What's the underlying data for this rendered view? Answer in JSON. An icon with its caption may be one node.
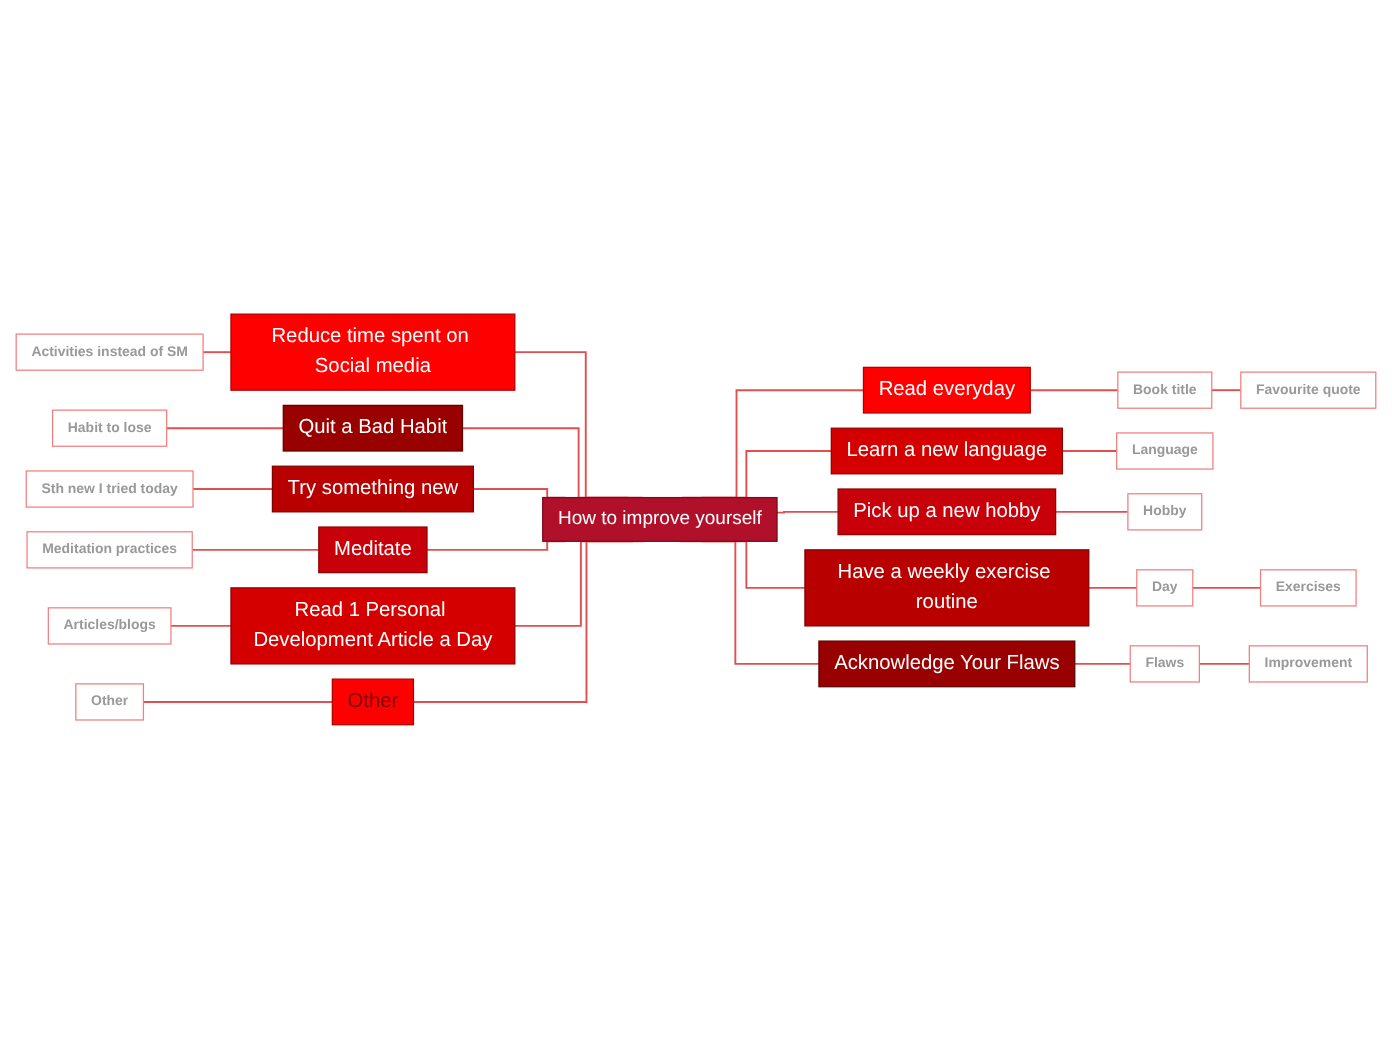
{
  "diagram": {
    "nodes": [
      {
        "text": [
          "How to improve yourself"
        ]
      },
      {
        "text": [
          "Read everyday"
        ]
      },
      {
        "text": [
          "Book title"
        ]
      },
      {
        "text": [
          "Favourite quote"
        ]
      },
      {
        "text": [
          "Learn a new language"
        ]
      },
      {
        "text": [
          "Language"
        ]
      },
      {
        "text": [
          "Pick up a new hobby"
        ]
      },
      {
        "text": [
          "Hobby"
        ]
      },
      {
        "text": [
          "Have a weekly exercise routine"
        ]
      },
      {
        "text": [
          "Day"
        ]
      },
      {
        "text": [
          "Exercises"
        ]
      },
      {
        "text": [
          "Acknowledge Your Flaws"
        ]
      },
      {
        "text": [
          "Flaws"
        ]
      },
      {
        "text": [
          "Improvement"
        ]
      },
      {
        "text": [
          "Reduce time spent on Social media"
        ]
      },
      {
        "text": [
          "Activities instead of SM"
        ]
      },
      {
        "text": [
          "Quit a Bad Habit"
        ]
      },
      {
        "text": [
          "Habit to lose"
        ]
      },
      {
        "text": [
          "Try something new"
        ]
      },
      {
        "text": [
          "Sth new I tried today"
        ]
      },
      {
        "text": [
          "Meditate"
        ]
      },
      {
        "text": [
          "Meditation practices"
        ]
      },
      {
        "text": [
          "Read 1 Personal Development Article a Day"
        ]
      },
      {
        "text": [
          "Articles/blogs"
        ]
      },
      {
        "text": [
          "Other"
        ]
      },
      {
        "text": [
          "Other"
        ]
      }
    ],
    "edges": [
      {
        "from": 0,
        "to": 1,
        "arrow": "none"
      },
      {
        "from": 1,
        "to": 2,
        "arrow": "none"
      },
      {
        "from": 2,
        "to": 3,
        "arrow": "none"
      },
      {
        "from": 0,
        "to": 4,
        "arrow": "none"
      },
      {
        "from": 4,
        "to": 5,
        "arrow": "none"
      },
      {
        "from": 0,
        "to": 6,
        "arrow": "none"
      },
      {
        "from": 6,
        "to": 7,
        "arrow": "none"
      },
      {
        "from": 0,
        "to": 8,
        "arrow": "none"
      },
      {
        "from": 8,
        "to": 9,
        "arrow": "none"
      },
      {
        "from": 9,
        "to": 10,
        "arrow": "none"
      },
      {
        "from": 0,
        "to": 11,
        "arrow": "none"
      },
      {
        "from": 11,
        "to": 12,
        "arrow": "none"
      },
      {
        "from": 12,
        "to": 13,
        "arrow": "none"
      },
      {
        "from": 0,
        "to": 14,
        "arrow": "none"
      },
      {
        "from": 14,
        "to": 15,
        "arrow": "none"
      },
      {
        "from": 0,
        "to": 16,
        "arrow": "none"
      },
      {
        "from": 16,
        "to": 17,
        "arrow": "none"
      },
      {
        "from": 0,
        "to": 18,
        "arrow": "none"
      },
      {
        "from": 18,
        "to": 19,
        "arrow": "none"
      },
      {
        "from": 0,
        "to": 20,
        "arrow": "none"
      },
      {
        "from": 20,
        "to": 21,
        "arrow": "none"
      },
      {
        "from": 0,
        "to": 22,
        "arrow": "none"
      },
      {
        "from": 22,
        "to": 23,
        "arrow": "none"
      },
      {
        "from": 0,
        "to": 24,
        "arrow": "none"
      },
      {
        "from": 24,
        "to": 25,
        "arrow": "none"
      }
    ]
  }
}
